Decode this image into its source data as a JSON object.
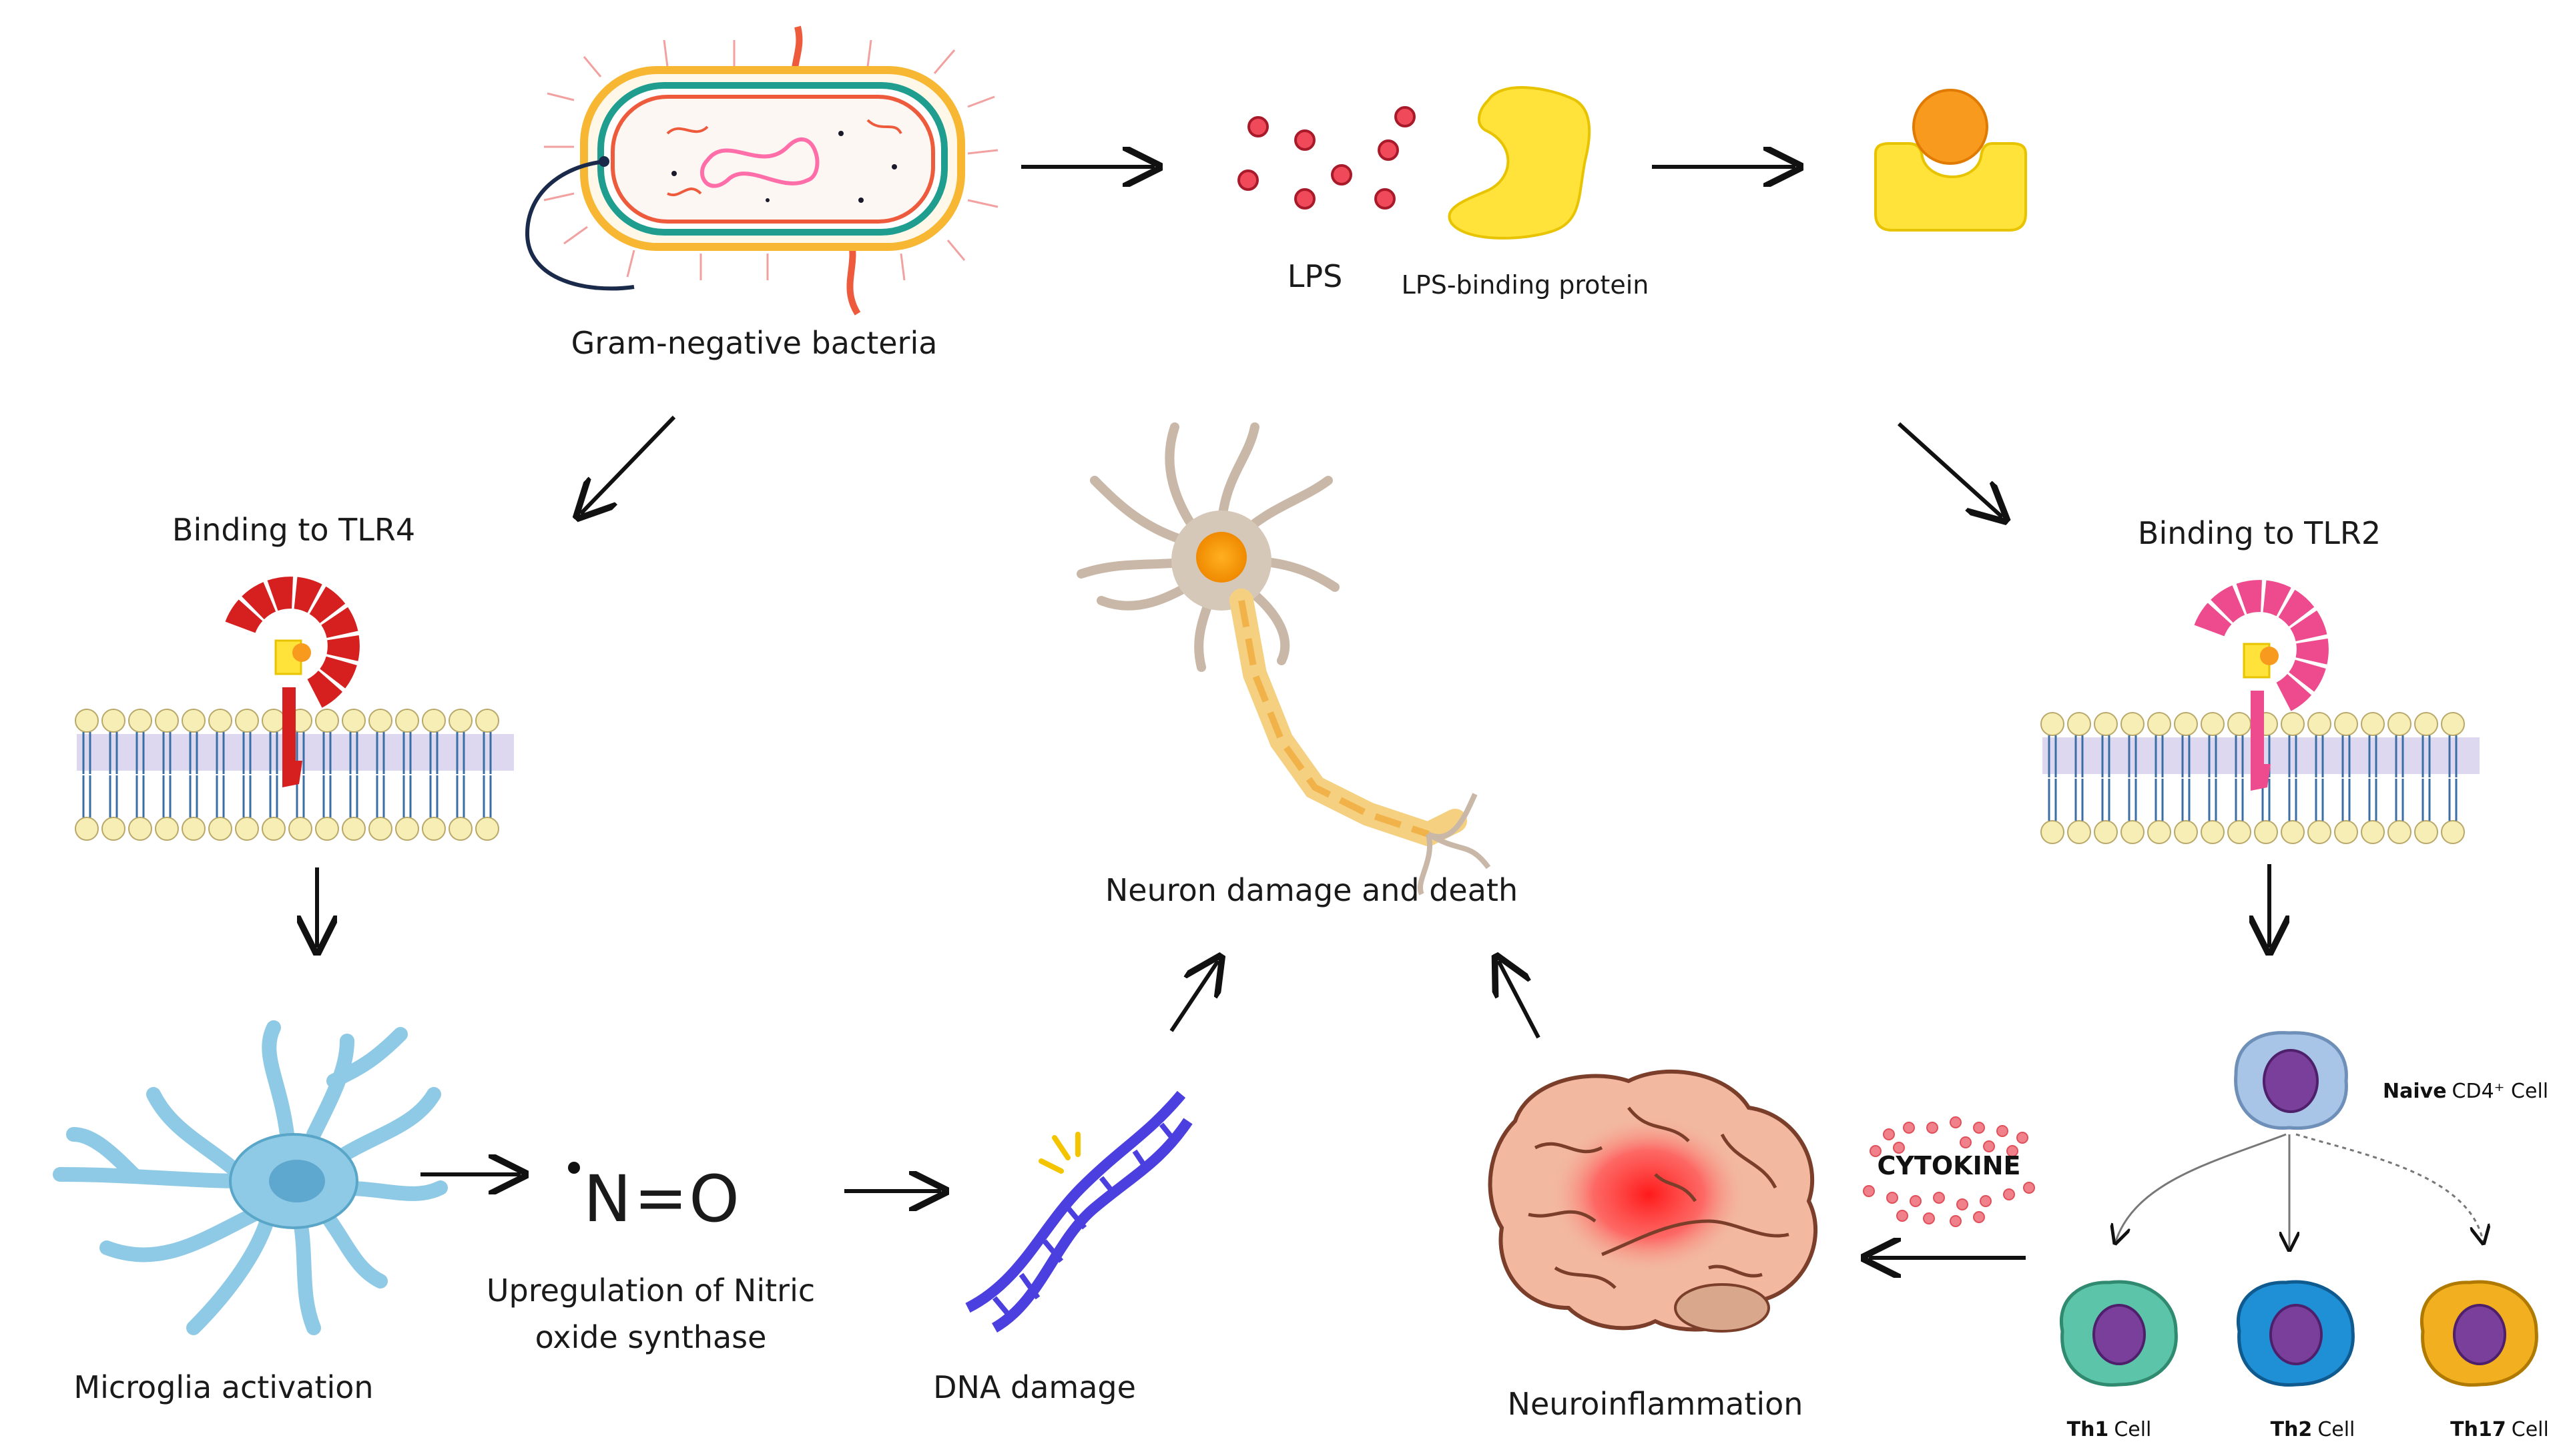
{
  "labels": {
    "bacteria": "Gram-negative bacteria",
    "lps": "LPS",
    "lbp": "LPS-binding protein",
    "tlr4": "Binding to TLR4",
    "tlr2": "Binding to TLR2",
    "neuron": "Neuron damage and death",
    "microglia": "Microglia activation",
    "nitric_line1": "Upregulation of Nitric",
    "nitric_line2": "oxide synthase",
    "dna": "DNA damage",
    "neuroinflammation": "Neuroinflammation",
    "cytokine": "CYTOKINE",
    "naive_bold": "Naive",
    "naive_rest": "CD4⁺ Cell",
    "th1_bold": "Th1",
    "th2_bold": "Th2",
    "th17_bold": "Th17",
    "cell_word": "Cell",
    "no_n": "N",
    "no_eq": "=",
    "no_o": "O"
  },
  "colors": {
    "tlr4": "#d62020",
    "tlr2": "#ee4a8e",
    "microglia": "#8ecae6",
    "dna": "#4b3fe0",
    "membrane_head": "#f6eeb4",
    "membrane_tail": "#3a6ea5",
    "lps_dot": "#d7263d",
    "lbp": "#ffe23a",
    "th1": "#5cc4a8",
    "th2": "#1f8fd6",
    "th17": "#f2b020",
    "naive": "#a8c4e6",
    "nucleus": "#7a3f9b"
  },
  "icons": [
    "bacterium-icon",
    "lps-dots-icon",
    "lps-binding-protein-icon",
    "lps-lbp-complex-icon",
    "tlr4-receptor-icon",
    "tlr2-receptor-icon",
    "neuron-icon",
    "microglia-icon",
    "dna-icon",
    "brain-icon",
    "cytokine-cloud-icon",
    "t-cell-icon"
  ]
}
